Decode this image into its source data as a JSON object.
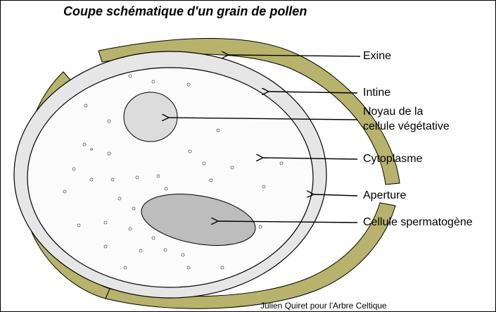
{
  "title": "Coupe schématique d'un grain de pollen",
  "labels": {
    "exine": "Exine",
    "intine": "Intine",
    "noyau_line1": "Noyau de la",
    "noyau_line2": "cellule végétative",
    "cytoplasme": "Cytoplasme",
    "aperture": "Aperture",
    "cellule_spermatogene": "Cellule spermatogène"
  },
  "credit": "Julien Quiret pour l'Arbre Celtique",
  "colors": {
    "exine": "#b7b36c",
    "intine": "#e6e6e6",
    "cytoplasm": "#fbfbfb",
    "nucleus": "#dcdcdc",
    "generative_cell": "#bdbdbd",
    "outline": "#000000"
  }
}
